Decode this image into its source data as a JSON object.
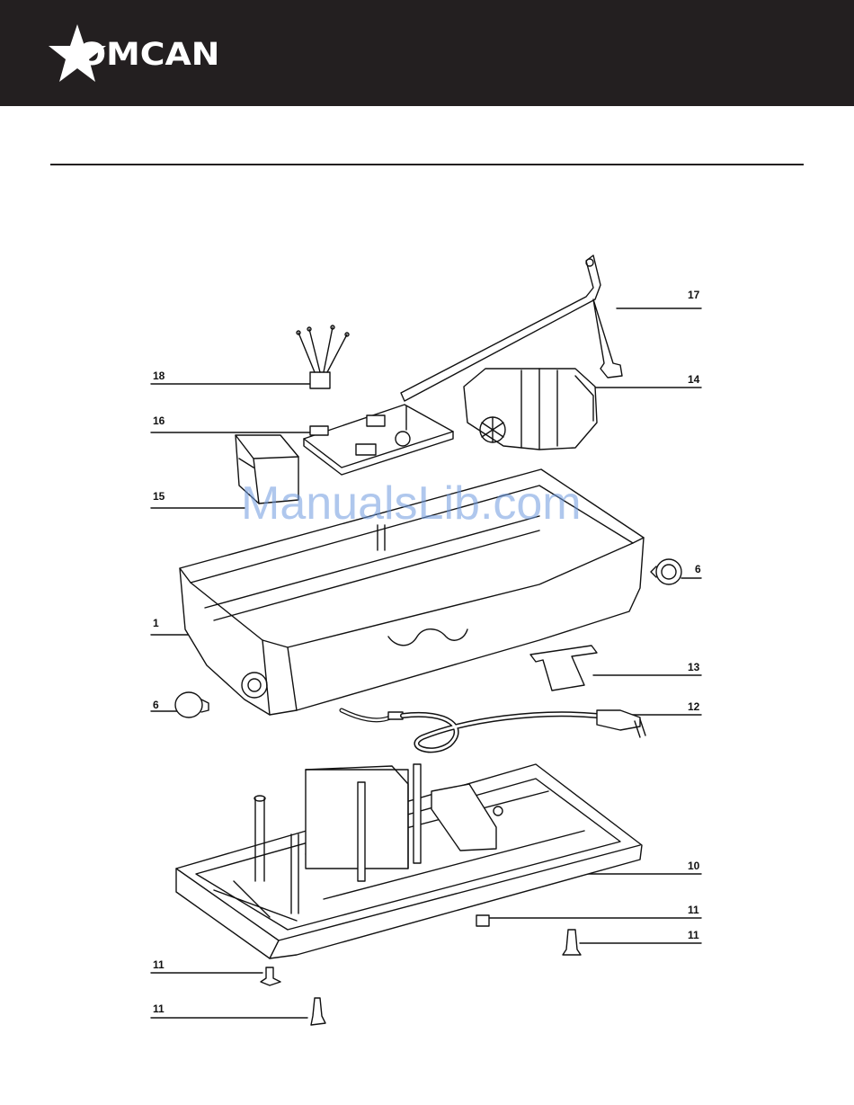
{
  "brand": {
    "name": "OMCAN"
  },
  "watermark": "ManualsLib.com",
  "callouts": [
    {
      "id": "17",
      "label": "17"
    },
    {
      "id": "14",
      "label": "14"
    },
    {
      "id": "18",
      "label": "18"
    },
    {
      "id": "16",
      "label": "16"
    },
    {
      "id": "15",
      "label": "15"
    },
    {
      "id": "6a",
      "label": "6"
    },
    {
      "id": "1",
      "label": "1"
    },
    {
      "id": "13",
      "label": "13"
    },
    {
      "id": "6b",
      "label": "6"
    },
    {
      "id": "12",
      "label": "12"
    },
    {
      "id": "10",
      "label": "10"
    },
    {
      "id": "11a",
      "label": "11"
    },
    {
      "id": "11b",
      "label": "11"
    },
    {
      "id": "11c",
      "label": "11"
    },
    {
      "id": "11d",
      "label": "11"
    }
  ],
  "colors": {
    "header": "#231f20",
    "ink": "#111111",
    "watermark": "#6e9be0"
  }
}
